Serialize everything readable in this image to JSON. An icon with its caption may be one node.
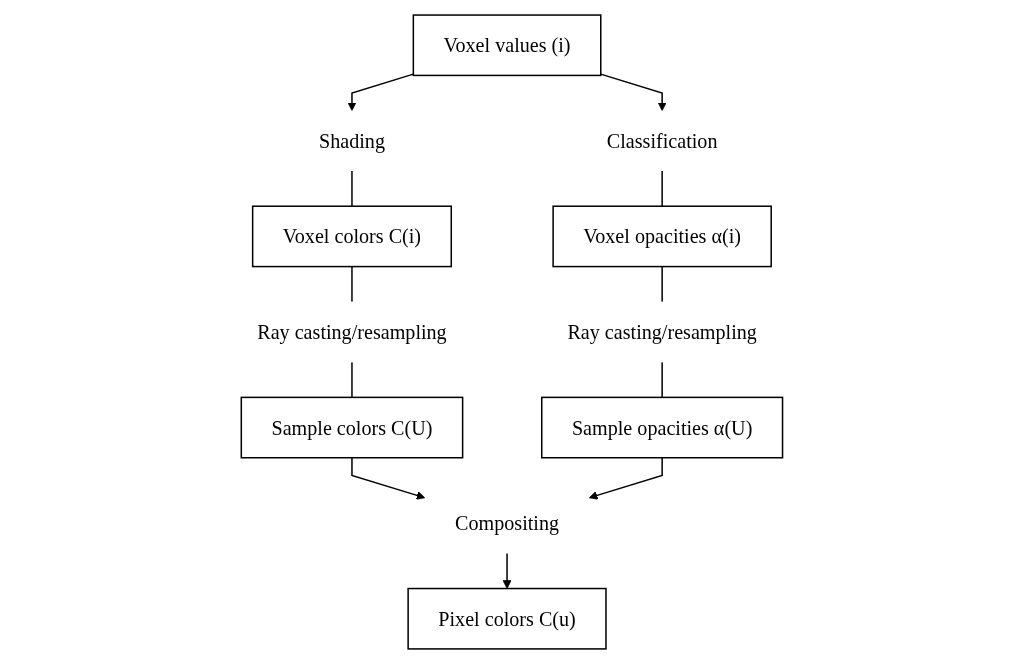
{
  "diagram": {
    "nodes": [
      {
        "text": [
          "Voxel values (i)"
        ]
      },
      {
        "text": [
          "Shading"
        ]
      },
      {
        "text": [
          "Classification"
        ]
      },
      {
        "text": [
          "Voxel colors C(i)"
        ]
      },
      {
        "text": [
          "Voxel opacities α(i)"
        ]
      },
      {
        "text": [
          "Ray casting/resampling"
        ]
      },
      {
        "text": [
          "Ray casting/resampling"
        ]
      },
      {
        "text": [
          "Sample colors C(U)"
        ]
      },
      {
        "text": [
          "Sample opacities α(U)"
        ]
      },
      {
        "text": [
          "Compositing"
        ]
      },
      {
        "text": [
          "Pixel colors C(u)"
        ]
      }
    ],
    "edges": [
      {
        "from": 0,
        "to": 1,
        "arrow": "to"
      },
      {
        "from": 0,
        "to": 2,
        "arrow": "to"
      },
      {
        "from": 1,
        "to": 3,
        "arrow": "none"
      },
      {
        "from": 2,
        "to": 4,
        "arrow": "none"
      },
      {
        "from": 3,
        "to": 5,
        "arrow": "none"
      },
      {
        "from": 4,
        "to": 6,
        "arrow": "none"
      },
      {
        "from": 5,
        "to": 7,
        "arrow": "none"
      },
      {
        "from": 6,
        "to": 8,
        "arrow": "none"
      },
      {
        "from": 7,
        "to": 9,
        "arrow": "to"
      },
      {
        "from": 8,
        "to": 9,
        "arrow": "to"
      },
      {
        "from": 9,
        "to": 10,
        "arrow": "to"
      }
    ]
  }
}
